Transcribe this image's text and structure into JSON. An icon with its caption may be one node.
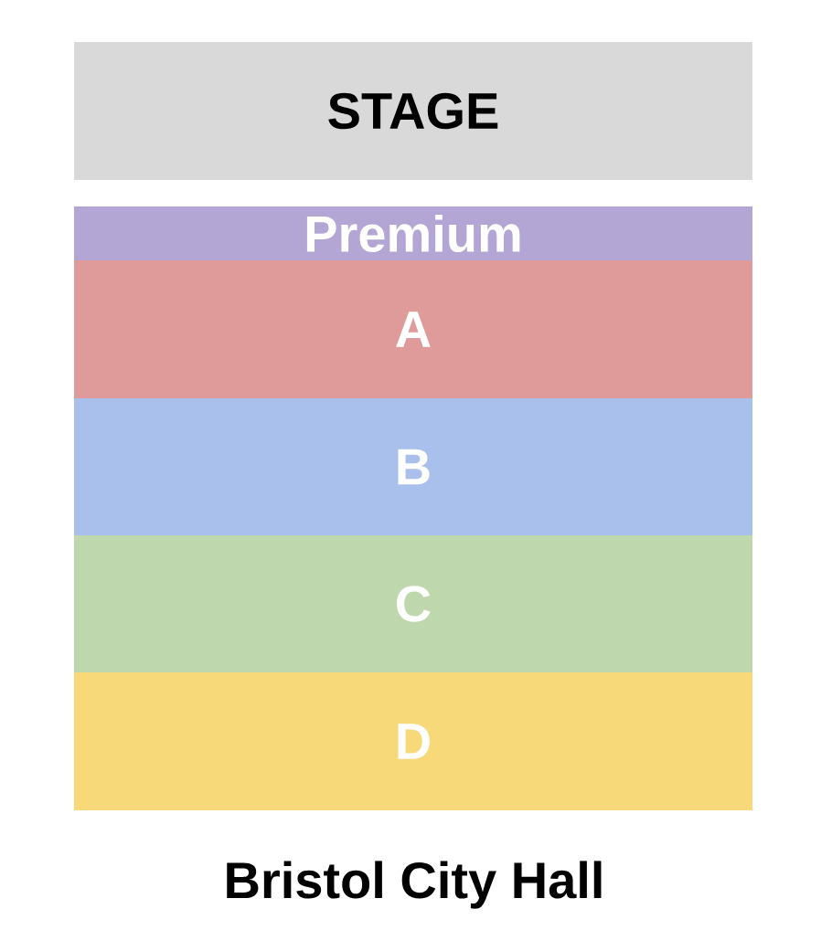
{
  "diagram": {
    "caption": "Bristol City Hall",
    "nodes": [
      {
        "text": [
          "STAGE"
        ]
      },
      {
        "text": [
          "Premium"
        ]
      },
      {
        "text": [
          "A"
        ]
      },
      {
        "text": [
          "B"
        ]
      },
      {
        "text": [
          "C"
        ]
      },
      {
        "text": [
          "D"
        ]
      }
    ]
  }
}
